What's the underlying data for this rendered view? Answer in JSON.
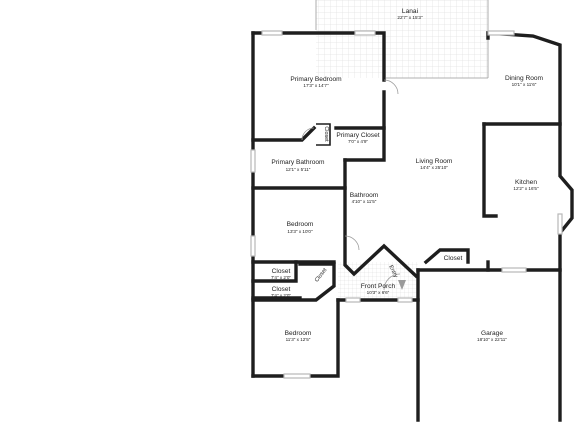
{
  "rooms": [
    {
      "id": "lanai",
      "name": "Lanai",
      "dim": "22'7\" x 15'3\""
    },
    {
      "id": "dining-room",
      "name": "Dining Room",
      "dim": "10'1\" x 11'6\""
    },
    {
      "id": "primary-bedroom",
      "name": "Primary Bedroom",
      "dim": "17'3\" x 14'7\""
    },
    {
      "id": "primary-closet",
      "name": "Primary Closet",
      "dim": "7'0\" x 4'9\""
    },
    {
      "id": "living-room",
      "name": "Living Room",
      "dim": "14'4\" x 25'10\""
    },
    {
      "id": "primary-bathroom",
      "name": "Primary Bathroom",
      "dim": "12'1\" x 5'11\""
    },
    {
      "id": "kitchen",
      "name": "Kitchen",
      "dim": "12'2\" x 16'5\""
    },
    {
      "id": "bathroom",
      "name": "Bathroom",
      "dim": "4'10\" x 11'5\""
    },
    {
      "id": "bedroom-1",
      "name": "Bedroom",
      "dim": "13'3\" x 10'0\""
    },
    {
      "id": "closet-1",
      "name": "Closet",
      "dim": "7'4\" x 2'0\""
    },
    {
      "id": "closet-2",
      "name": "Closet",
      "dim": "7'4\" x 2'0\""
    },
    {
      "id": "front-porch",
      "name": "Front Porch",
      "dim": "10'3\" x 6'6\""
    },
    {
      "id": "garage",
      "name": "Garage",
      "dim": "18'10\" x 22'11\""
    },
    {
      "id": "bedroom-2",
      "name": "Bedroom",
      "dim": "11'3\" x 12'5\""
    }
  ],
  "labels": {
    "closet_small": "Closet",
    "closet_vertical": "Closet",
    "closet_diagonal": "Closet",
    "closet_garage": "Closet",
    "entry": "Entry"
  }
}
